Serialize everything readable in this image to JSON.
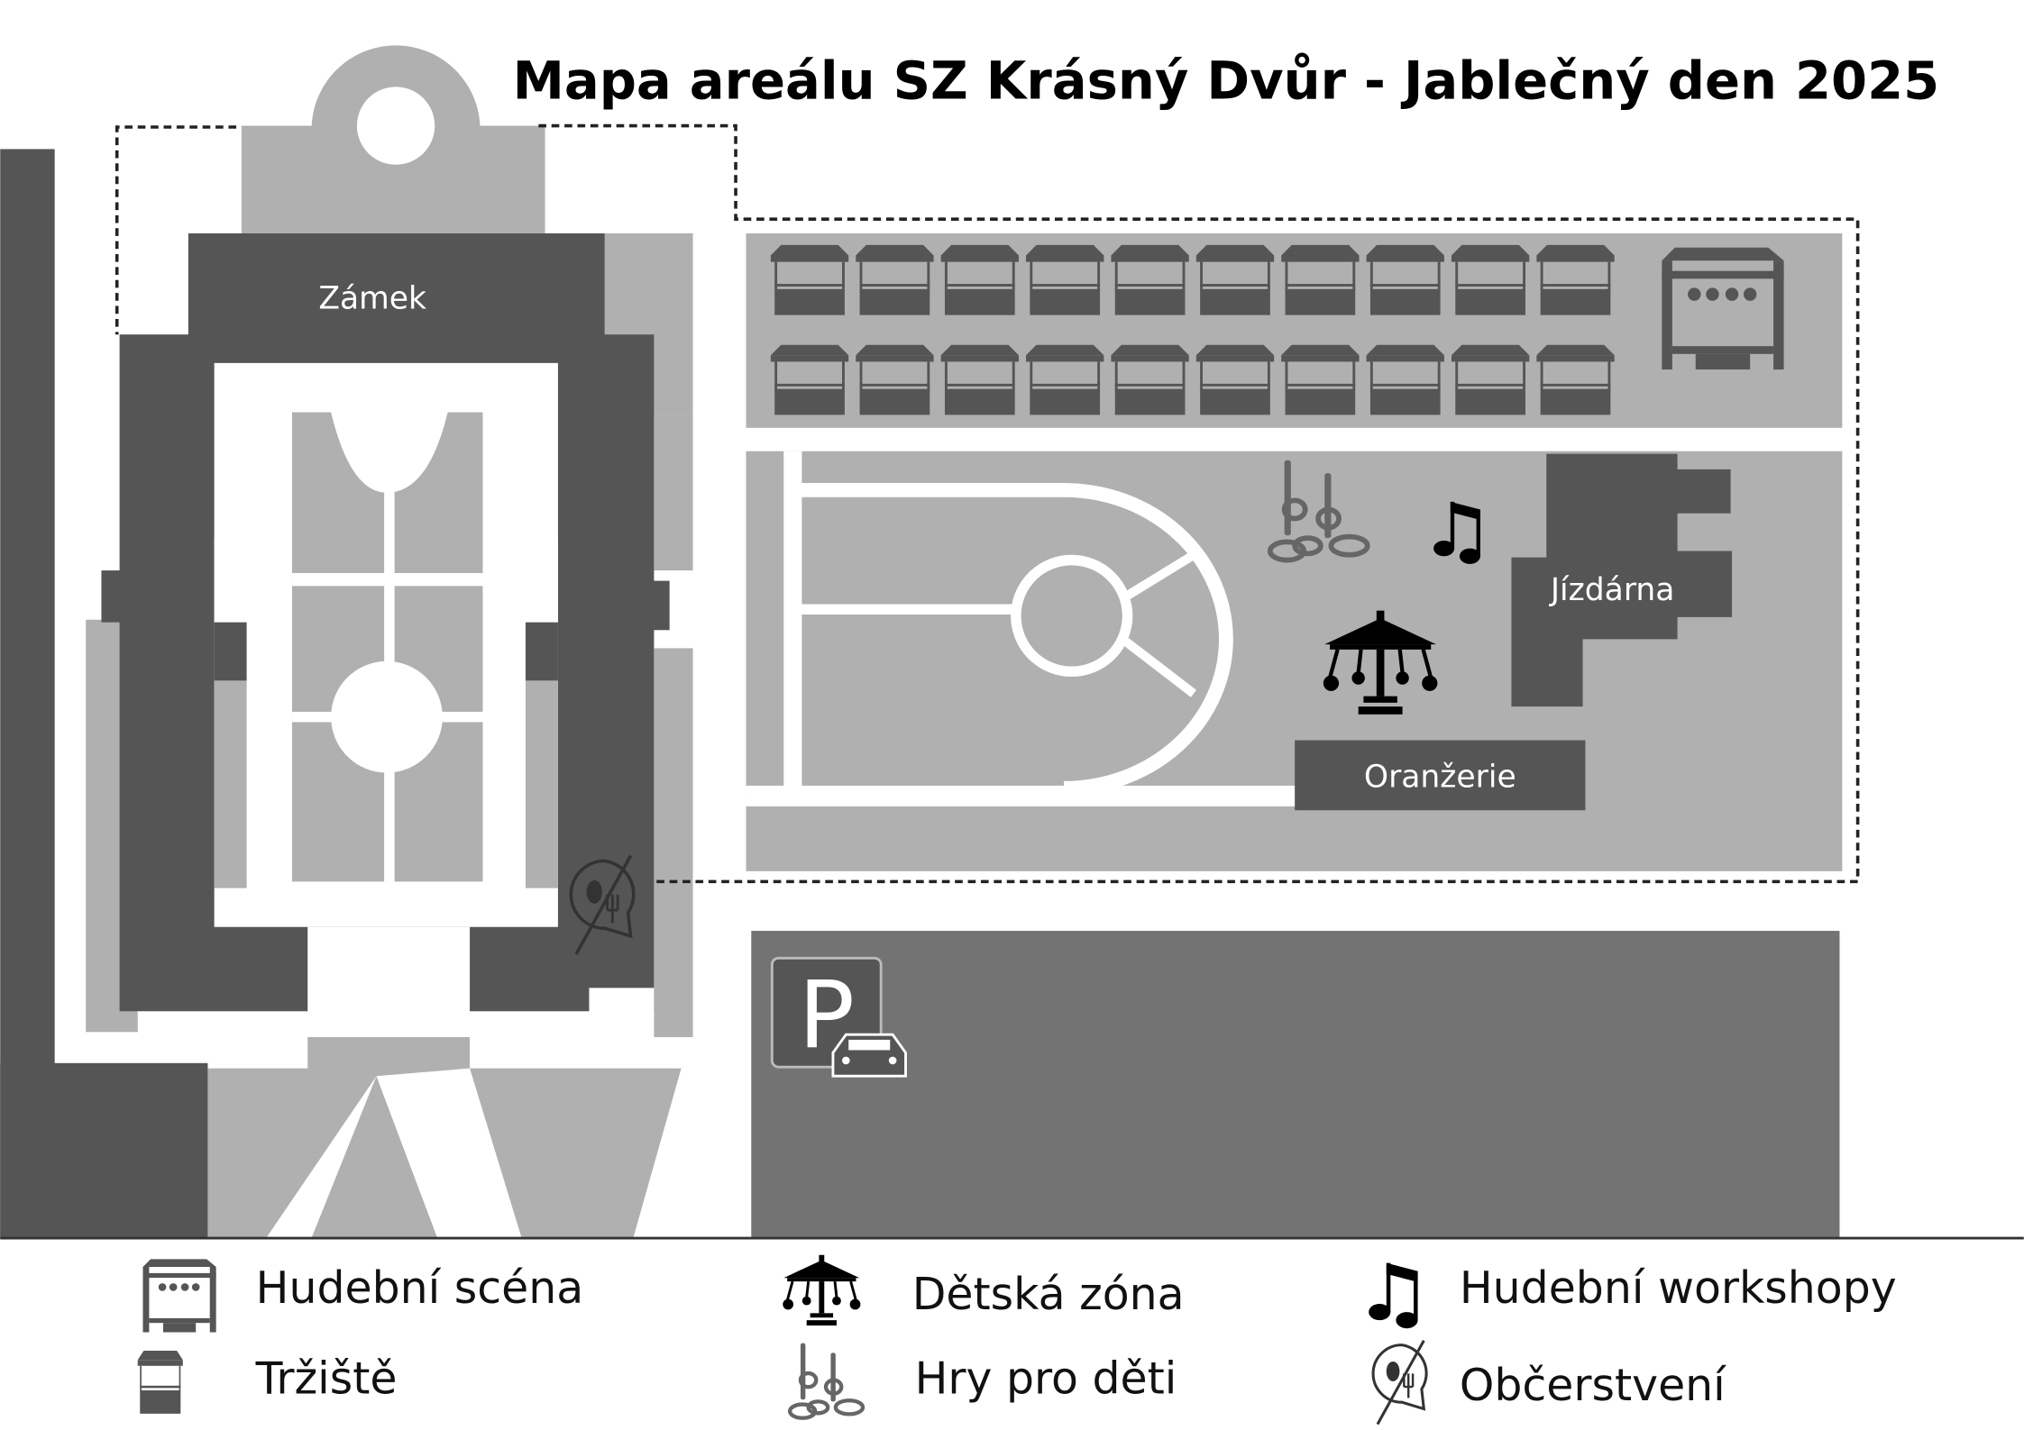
{
  "title": "Mapa areálu SZ Krásný Dvůr - Jablečný den 2025",
  "buildings": {
    "zamek": "Zámek",
    "jizdarna": "Jízdárna",
    "oranzerie": "Oranžerie"
  },
  "parking_label": "P",
  "legend": [
    {
      "icon": "stage-icon",
      "label": "Hudební scéna"
    },
    {
      "icon": "market-stall-icon",
      "label": "Tržiště"
    },
    {
      "icon": "carousel-icon",
      "label": "Dětská zóna"
    },
    {
      "icon": "ring-toss-icon",
      "label": "Hry pro děti"
    },
    {
      "icon": "music-note-icon",
      "label": "Hudební workshopy"
    },
    {
      "icon": "food-icon",
      "label": "Občerstvení"
    }
  ],
  "colors": {
    "dark": "#555555",
    "light": "#b0b0b0",
    "parking": "#737373"
  }
}
